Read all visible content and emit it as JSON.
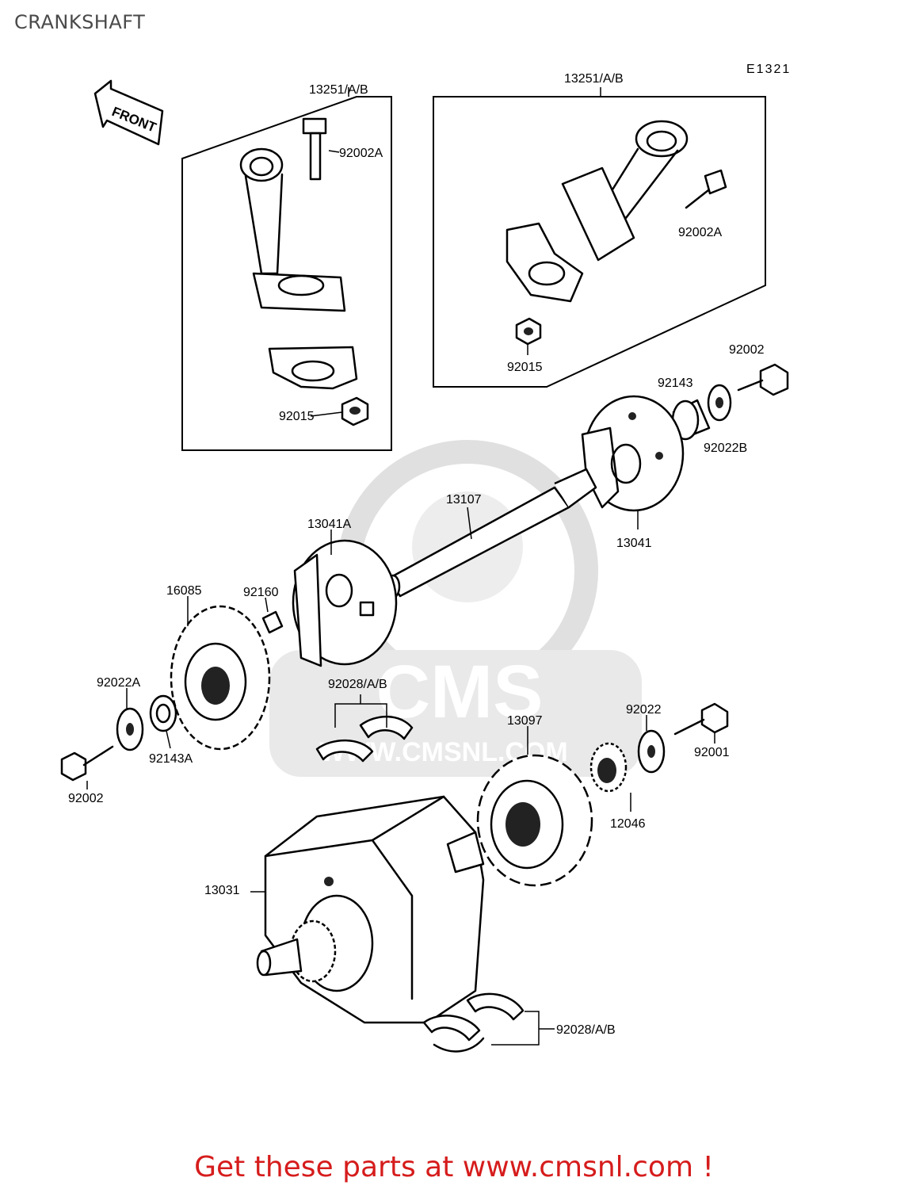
{
  "title": "CRANKSHAFT",
  "diagram_code": "E1321",
  "front_label": "FRONT",
  "watermark": {
    "brand": "CMS",
    "url": "WWW.CMSNL.COM"
  },
  "callouts": {
    "conrod_set_left": "13251/A/B",
    "conrod_set_right": "13251/A/B",
    "bolt_left": "92002A",
    "bolt_right": "92002A",
    "nut_left": "92015",
    "nut_right": "92015",
    "bolt_top": "92002",
    "collar_top": "92143",
    "washer_top": "92022B",
    "shaft": "13107",
    "weight_right": "13041",
    "weight_left": "13041A",
    "damper": "92160",
    "sprocket": "16085",
    "washer_left": "92022A",
    "collar_left": "92143A",
    "bolt_left_bottom": "92002",
    "bearing_upper": "92028/A/B",
    "gear": "13097",
    "washer_right": "92022",
    "bolt_right_bottom": "92001",
    "gear_small": "12046",
    "crankshaft": "13031",
    "bearing_lower": "92028/A/B"
  },
  "footer": "Get these parts at www.cmsnl.com !"
}
